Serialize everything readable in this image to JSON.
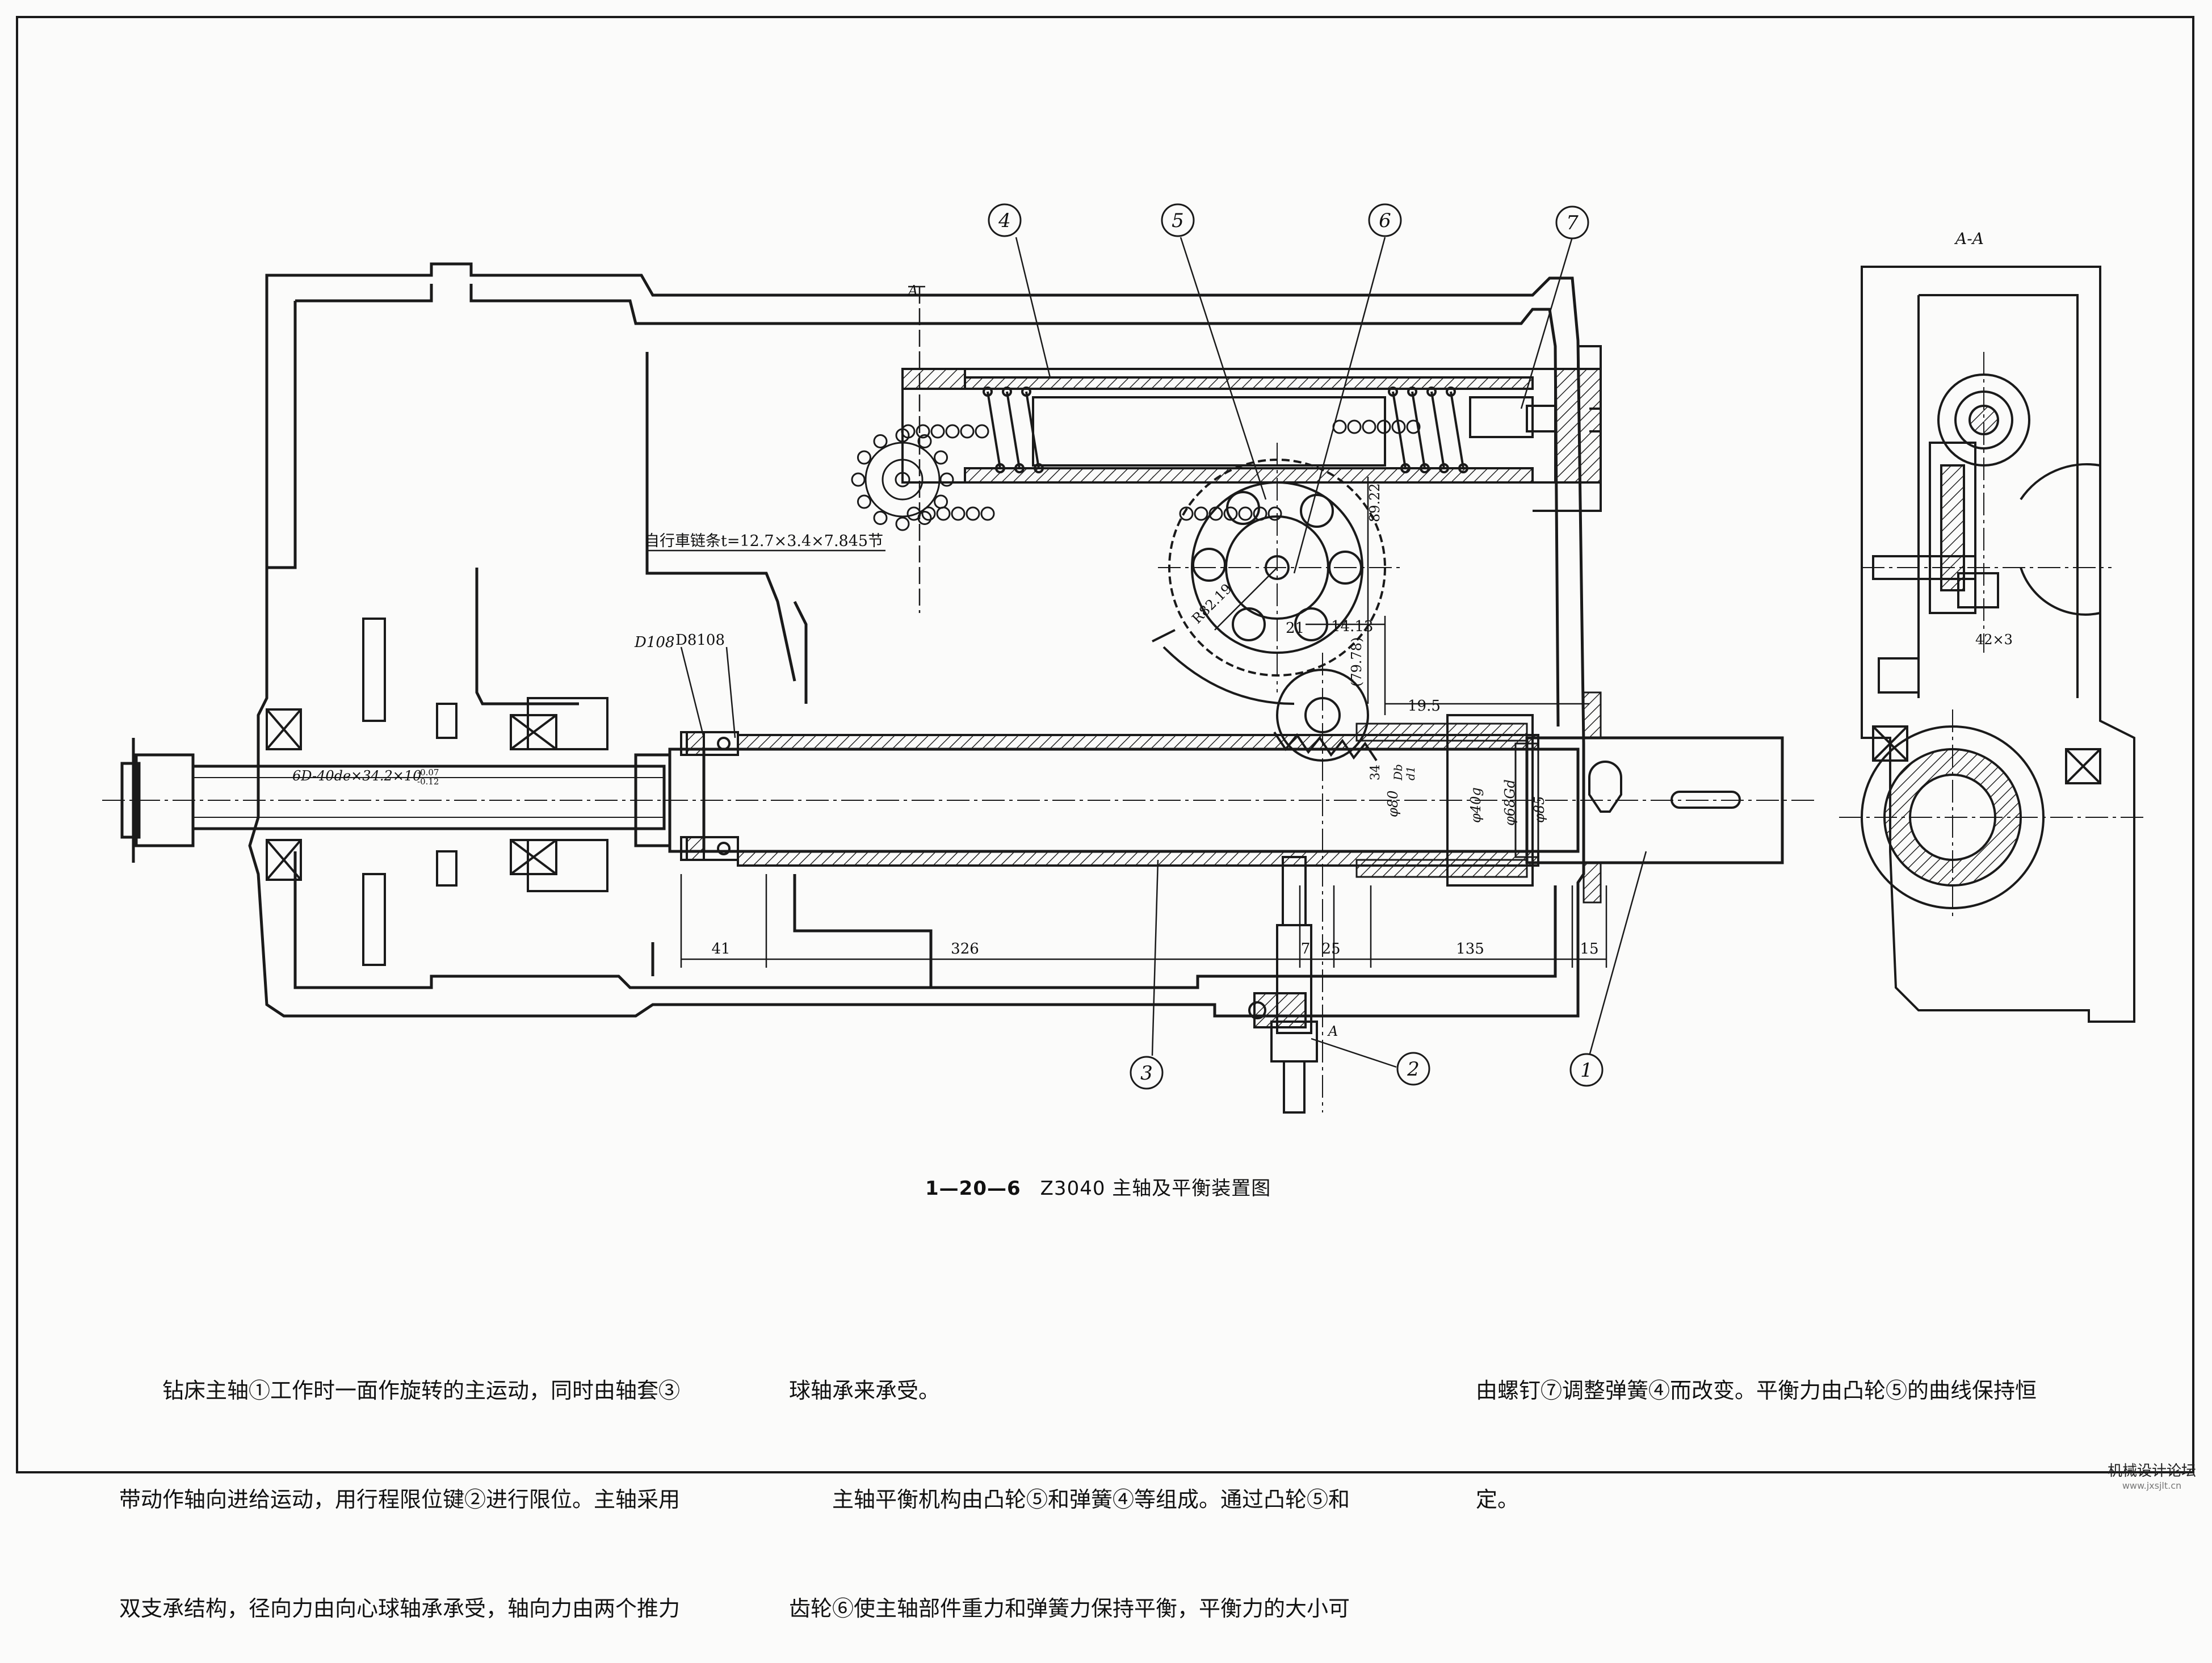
{
  "drawing": {
    "balloons": [
      "1",
      "2",
      "3",
      "4",
      "5",
      "6",
      "7"
    ],
    "section_title": "A-A",
    "section_marks": [
      "A",
      "A"
    ],
    "chain_label": "自行車链条t=12.7×3.4×7.845节",
    "bearing_labels": [
      "D108",
      "D8108"
    ],
    "spline_label": "6D-40de×34.2×10",
    "spline_tol_upper": "-0.07",
    "spline_tol_lower": "-0.12",
    "dimensions": {
      "d41": "41",
      "d326": "326",
      "d7": "7",
      "d25": "25",
      "d135": "135",
      "d15": "15",
      "d19_5": "19.5",
      "d14_13": "14.13",
      "d79_78": "(79.78)",
      "d89_22": "89.22",
      "r82_19": "R82.19",
      "d21": "21",
      "d34": "34",
      "d80": "φ80",
      "d40": "φ40g",
      "d68": "φ68Gd",
      "d85": "φ85",
      "db": "Db",
      "dd1": "d1",
      "d42x3": "42×3"
    }
  },
  "caption": {
    "number": "1—20—6",
    "title": "Z3040 主轴及平衡装置图"
  },
  "text": {
    "col1": [
      "钻床主轴①工作时一面作旋转的主运动，同时由轴套③",
      "带动作轴向进给运动，用行程限位键②进行限位。主轴采用",
      "双支承结构，径向力由向心球轴承承受，轴向力由两个推力"
    ],
    "col2": [
      "球轴承来承受。",
      "主轴平衡机构由凸轮⑤和弹簧④等组成。通过凸轮⑤和",
      "齿轮⑥使主轴部件重力和弹簧力保持平衡，平衡力的大小可"
    ],
    "col3": [
      "由螺钉⑦调整弹簧④而改变。平衡力由凸轮⑤的曲线保持恒",
      "定。"
    ]
  },
  "watermark": {
    "line1": "机械设计论坛",
    "line2": "www.jxsjlt.cn"
  }
}
